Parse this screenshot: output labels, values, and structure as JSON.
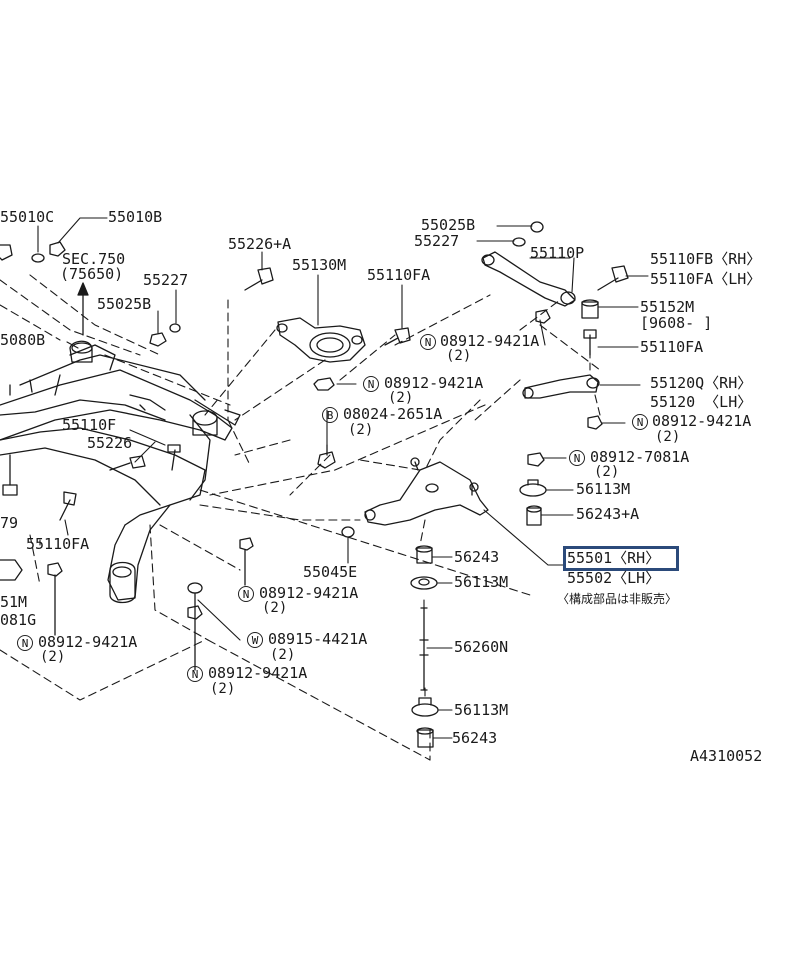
{
  "labels": {
    "p55010c": "55010C",
    "p55010b": "55010B",
    "sec750": "SEC.750",
    "sec75650": "(75650)",
    "p55227a": "55227",
    "p55025b_left": "55025B",
    "p5080b": "5080B",
    "p55226a": "55226+A",
    "p55130m": "55130M",
    "p55110fa_top": "55110FA",
    "p55025b_top": "55025B",
    "p55227b": "55227",
    "p55110p": "55110P",
    "p55110fb_rh": "55110FB〈RH〉",
    "p55110fa_lh": "55110FA〈LH〉",
    "p55152m": "55152M",
    "p9608": "[9608-     ]",
    "p55110fa_right": "55110FA",
    "p08912_9421a_1": "08912-9421A",
    "p08912_9421a_2": "08912-9421A",
    "p08024_2651a": "08024-2651A",
    "p55120q_rh": "55120Q〈RH〉",
    "p55120_lh": "55120 〈LH〉",
    "p08912_9421a_3": "08912-9421A",
    "p08912_7081a": "08912-7081A",
    "p56113m_1": "56113M",
    "p56243a": "56243+A",
    "p56243_1": "56243",
    "p56113m_2": "56113M",
    "p55501_rh": "55501〈RH〉",
    "p55502_lh": "55502〈LH〉",
    "note_jp": "〈構成部品は非販売〉",
    "p55110f": "55110F",
    "p55226": "55226",
    "p79": "79",
    "p55110fa_left": "55110FA",
    "p55045e": "55045E",
    "p08912_9421a_4": "08912-9421A",
    "p08915_4421a": "08915-4421A",
    "p08912_9421a_5": "08912-9421A",
    "p08912_9421a_6": "08912-9421A",
    "p51m": "51M",
    "p081g": "081G",
    "p56260n": "56260N",
    "p56113m_3": "56113M",
    "p56243_2": "56243",
    "fig_code": "A4310052"
  },
  "qty": {
    "q2": "(2)"
  },
  "markers": {
    "n": "N",
    "b": "B",
    "w": "W"
  },
  "colors": {
    "line": "#1a1a1a",
    "highlight": "#2b4a7a"
  }
}
